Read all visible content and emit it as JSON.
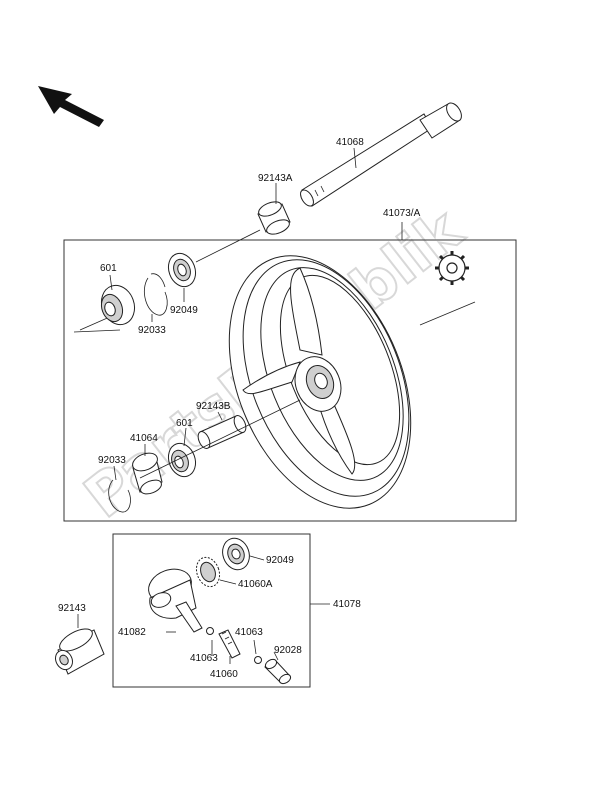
{
  "watermark": "PartsRepublik",
  "parts": {
    "p41068": "41068",
    "p92143A": "92143A",
    "p41073A": "41073/A",
    "p601a": "601",
    "p92033a": "92033",
    "p92049a": "92049",
    "p92143B": "92143B",
    "p41064": "41064",
    "p601b": "601",
    "p92033b": "92033",
    "p92049b": "92049",
    "p41060A": "41060A",
    "p41078": "41078",
    "p92143": "92143",
    "p41082": "41082",
    "p41063a": "41063",
    "p41063b": "41063",
    "p92028": "92028",
    "p41060": "41060"
  },
  "icons": {
    "front_arrow": "direction-arrow-icon",
    "gear": "gear-icon"
  }
}
